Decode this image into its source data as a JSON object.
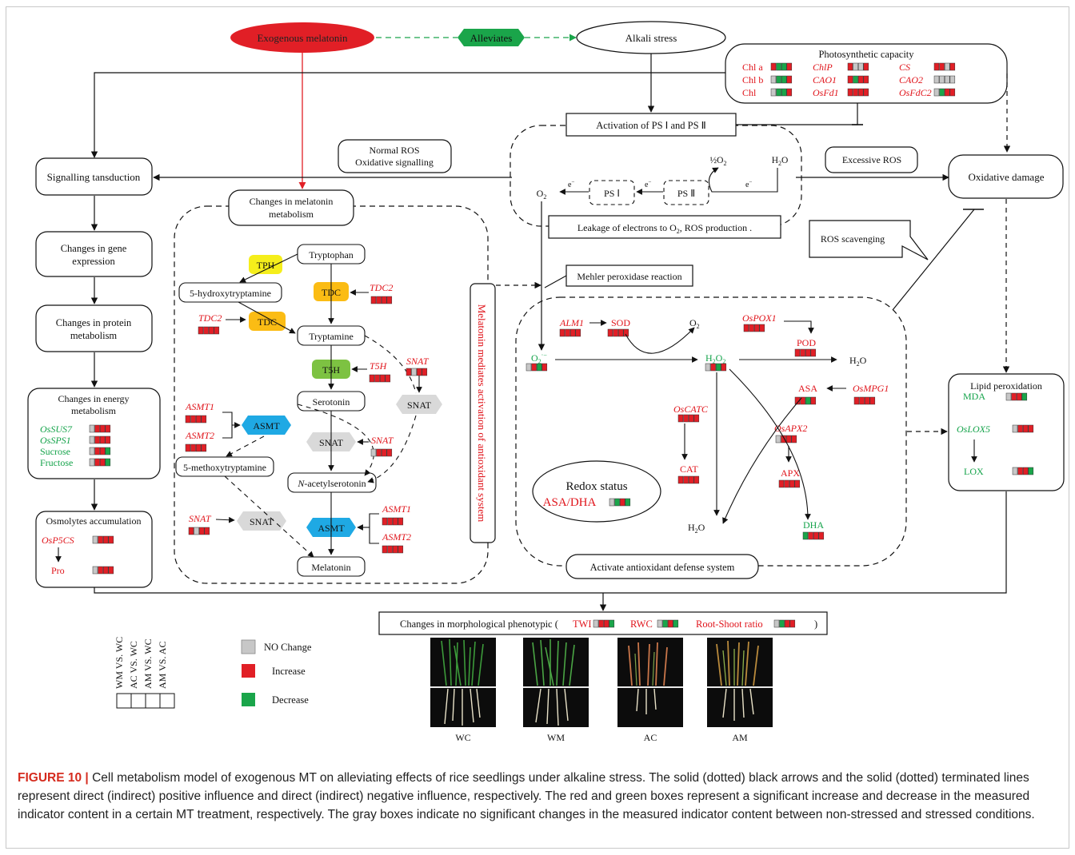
{
  "colors": {
    "red": "#e11f26",
    "green": "#1aa54a",
    "gray": "#c7c7c7",
    "text_red": "#e0141b",
    "text_green": "#14a34a",
    "tph": "#f5ee1b",
    "tdc": "#fbbc14",
    "t5h": "#7dc242",
    "asmt": "#1fa9e4",
    "snat": "#d9d9d9"
  },
  "top": {
    "exogenous": "Exogenous melatonin",
    "alleviates": "Alleviates",
    "alkali": "Alkali stress"
  },
  "photo": {
    "title": "Photosynthetic capacity",
    "rows": [
      [
        {
          "label": "Chl a",
          "boxes": [
            "r",
            "g",
            "g",
            "r"
          ]
        },
        {
          "label": "ChlP",
          "boxes": [
            "r",
            "x",
            "x",
            "r"
          ]
        },
        {
          "label": "CS",
          "boxes": [
            "r",
            "r",
            "x",
            "r"
          ]
        }
      ],
      [
        {
          "label": "Chl b",
          "boxes": [
            "x",
            "g",
            "g",
            "r"
          ]
        },
        {
          "label": "CAO1",
          "boxes": [
            "r",
            "g",
            "r",
            "r"
          ]
        },
        {
          "label": "CAO2",
          "boxes": [
            "x",
            "x",
            "x",
            "x"
          ]
        }
      ],
      [
        {
          "label": "Chl",
          "boxes": [
            "x",
            "g",
            "g",
            "r"
          ]
        },
        {
          "label": "OsFd1",
          "boxes": [
            "r",
            "r",
            "r",
            "r"
          ]
        },
        {
          "label": "OsFdC2",
          "boxes": [
            "x",
            "g",
            "r",
            "r"
          ]
        }
      ]
    ]
  },
  "left": {
    "signalling": "Signalling tansduction",
    "gene": [
      "Changes in gene",
      "expression"
    ],
    "protein": [
      "Changes in protein",
      "metabolism"
    ],
    "energy": [
      "Changes in energy",
      "metabolism"
    ],
    "energy_items": [
      {
        "label": "OsSUS7",
        "boxes": [
          "x",
          "r",
          "r",
          "r"
        ]
      },
      {
        "label": "OsSPS1",
        "boxes": [
          "x",
          "r",
          "r",
          "r"
        ]
      },
      {
        "label": "Sucrose",
        "boxes": [
          "x",
          "r",
          "r",
          "g"
        ]
      },
      {
        "label": "Fructose",
        "boxes": [
          "x",
          "r",
          "r",
          "g"
        ]
      }
    ],
    "osmolytes": "Osmolytes accumulation",
    "osp5cs": {
      "label": "OsP5CS",
      "boxes": [
        "x",
        "r",
        "r",
        "r"
      ]
    },
    "pro": {
      "label": "Pro",
      "boxes": [
        "x",
        "r",
        "r",
        "r"
      ]
    }
  },
  "ros": {
    "normal": [
      "Normal ROS",
      "Oxidative signalling"
    ],
    "excessive": "Excessive ROS",
    "oxidative": "Oxidative damage",
    "scavenging": "ROS scavenging"
  },
  "melatonin": {
    "title": [
      "Changes in melatonin",
      "metabolism"
    ],
    "tph": "TPH",
    "tdc": "TDC",
    "t5h": "T5H",
    "asmt": "ASMT",
    "snat": "SNAT",
    "tryptophan": "Tryptophan",
    "hydroxy": "5-hydroxytryptamine",
    "tryptamine": "Tryptamine",
    "serotonin": "Serotonin",
    "methoxy": "5-methoxytryptamine",
    "n_prefix": "N",
    "acetyl_rest": "-acetylserotonin",
    "melatonin": "Melatonin",
    "genes": {
      "tdc2_a": {
        "label": "TDC2",
        "boxes": [
          "r",
          "r",
          "r",
          "r"
        ]
      },
      "tdc2_b": {
        "label": "TDC2",
        "boxes": [
          "r",
          "r",
          "r",
          "r"
        ]
      },
      "t5h": {
        "label": "T5H",
        "boxes": [
          "r",
          "r",
          "r",
          "r"
        ]
      },
      "snat_a": {
        "label": "SNAT",
        "boxes": [
          "r",
          "x",
          "r",
          "r"
        ]
      },
      "asmt1_a": {
        "label": "ASMT1",
        "boxes": [
          "r",
          "r",
          "r",
          "r"
        ]
      },
      "asmt2_a": {
        "label": "ASMT2",
        "boxes": [
          "r",
          "r",
          "r",
          "r"
        ]
      },
      "snat_b": {
        "label": "SNAT",
        "boxes": [
          "x",
          "r",
          "r",
          "r"
        ]
      },
      "snat_c": {
        "label": "SNAT",
        "boxes": [
          "r",
          "x",
          "r",
          "r"
        ]
      },
      "asmt1_b": {
        "label": "ASMT1",
        "boxes": [
          "r",
          "r",
          "r",
          "r"
        ]
      },
      "asmt2_b": {
        "label": "ASMT2",
        "boxes": [
          "r",
          "r",
          "r",
          "r"
        ]
      }
    }
  },
  "mediates": "Melatonin mediates activation of antioxidant system",
  "ps": {
    "activation": "Activation of PS Ⅰ and PS Ⅱ",
    "half_o2": "½O",
    "h2o": "H",
    "ps1": "PS Ⅰ",
    "ps2": "PS Ⅱ",
    "e": "e",
    "o2": "O",
    "leakage": "Leakage of electrons to O",
    "leakage_end": ", ROS production .",
    "mehler": "Mehler peroxidase reaction"
  },
  "antiox": {
    "alm1": {
      "label": "ALM1",
      "boxes": [
        "r",
        "r",
        "r",
        "r"
      ]
    },
    "sod": {
      "label": "SOD",
      "boxes": [
        "r",
        "r",
        "r",
        "r"
      ]
    },
    "o2": "O",
    "osPOX1": {
      "label": "OsPOX1",
      "boxes": [
        "r",
        "r",
        "r",
        "r"
      ]
    },
    "pod": {
      "label": "POD",
      "boxes": [
        "r",
        "r",
        "r",
        "r"
      ]
    },
    "h2o_right": "H",
    "superoxide": {
      "label": "O",
      "boxes": [
        "x",
        "r",
        "g",
        "r"
      ]
    },
    "h2o2": {
      "label": "H",
      "boxes": [
        "x",
        "r",
        "g",
        "r"
      ]
    },
    "asa": {
      "label": "ASA",
      "boxes": [
        "r",
        "r",
        "g",
        "r"
      ]
    },
    "osMPG1": {
      "label": "OsMPG1",
      "boxes": [
        "r",
        "r",
        "r",
        "r"
      ]
    },
    "osCATC": {
      "label": "OsCATC",
      "boxes": [
        "r",
        "r",
        "r",
        "r"
      ]
    },
    "osAPX2": {
      "label": "OsAPX2",
      "boxes": [
        "x",
        "r",
        "r",
        "r"
      ]
    },
    "apx": {
      "label": "APX",
      "boxes": [
        "r",
        "r",
        "r",
        "r"
      ]
    },
    "cat": {
      "label": "CAT",
      "boxes": [
        "r",
        "r",
        "r",
        "r"
      ]
    },
    "dha": {
      "label": "DHA",
      "boxes": [
        "g",
        "r",
        "r",
        "r"
      ]
    },
    "h2o_bottom": "H",
    "redox_title": "Redox status",
    "redox_label": "ASA/DHA",
    "redox_boxes": [
      "x",
      "g",
      "r",
      "g"
    ],
    "activate": "Activate antioxidant defense system"
  },
  "lipid": {
    "title": "Lipid peroxidation",
    "mda": {
      "label": "MDA",
      "boxes": [
        "x",
        "r",
        "r",
        "g"
      ]
    },
    "oslox5": {
      "label": "OsLOX5",
      "boxes": [
        "x",
        "r",
        "r",
        "r"
      ]
    },
    "lox": {
      "label": "LOX",
      "boxes": [
        "x",
        "r",
        "r",
        "g"
      ]
    }
  },
  "morph": {
    "prefix": "Changes in morphological phenotypic (",
    "twi": {
      "label": "TWI",
      "boxes": [
        "x",
        "r",
        "r",
        "g"
      ]
    },
    "rwc": {
      "label": "RWC",
      "boxes": [
        "x",
        "g",
        "r",
        "g"
      ]
    },
    "rsr": {
      "label": "Root-Shoot ratio",
      "boxes": [
        "x",
        "g",
        "r",
        "r"
      ]
    },
    "suffix": ")"
  },
  "legend": {
    "comparisons": [
      "WM VS. WC",
      "AC VS. WC",
      "AM VS. WC",
      "AM VS. AC"
    ],
    "no_change": "NO Change",
    "increase": "Increase",
    "decrease": "Decrease"
  },
  "photos": [
    "WC",
    "WM",
    "AC",
    "AM"
  ],
  "caption": {
    "label": "FIGURE 10 |",
    "text": "Cell metabolism model of exogenous MT on alleviating effects of rice seedlings under alkaline stress. The solid (dotted) black arrows and the solid (dotted) terminated lines represent direct (indirect) positive influence and direct (indirect) negative influence, respectively. The red and green boxes represent a significant increase and decrease in the measured indicator content in a certain MT treatment, respectively. The gray boxes indicate no significant changes in the measured indicator content between non-stressed and stressed conditions."
  }
}
